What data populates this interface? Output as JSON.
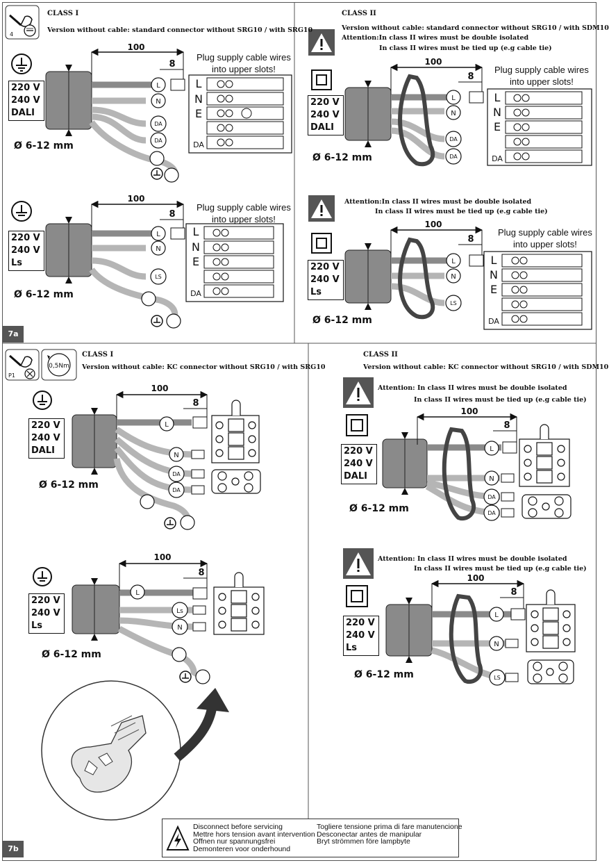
{
  "labels": {
    "section_7a": "7a",
    "section_7b": "7b",
    "tool_number": "4",
    "tool_p1": "P1",
    "torque": "0,5Nm",
    "class1": "CLASS I",
    "class2": "CLASS II",
    "v_std_c1": "Version without cable: standard connector without SRG10 / with SRG10",
    "v_std_c2": "Version without cable: standard connector without SRG10 / with SDM10",
    "v_kc_c1": "Version without cable: KC connector without SRG10 / with SRG10",
    "v_kc_c2": "Version without cable: KC connector without SRG10 / with SDM10",
    "att_double": "Attention: In class II wires must be double isolated",
    "att_double_7a": "Attention:In class II wires must be double isolated",
    "att_tied": "In class II wires must be tied up (e.g cable tie)",
    "att_tied_a": "In class II wires must be tied up (e.g cable tie)",
    "plug1": "Plug supply cable wires",
    "plug2": "into upper slots!",
    "v220": "220 V",
    "v240": "240 V",
    "dali": "DALI",
    "ls": "Ls",
    "diameter": "Ø 6-12 mm",
    "dim100": "100",
    "dim8": "8",
    "wire_L": "L",
    "wire_N": "N",
    "wire_DA": "DA",
    "wire_LS": "LS",
    "wire_Ls": "Ls",
    "term_L": "L",
    "term_N": "N",
    "term_E": "E",
    "term_DA": "DA",
    "term_LS": "LS"
  },
  "warning": {
    "col1": [
      "Disconnect before servicing",
      "Mettre hors tension avant intervention",
      "Offnen nur spannungsfrei",
      "Demonteren voor onderhound"
    ],
    "col2": [
      "Togliere tensione prima di fare manutencione",
      "Desconectar antes de manipular",
      "Bryt strömmen före lampbyte"
    ]
  },
  "colors": {
    "cable": "#8a8a8a",
    "wire": "#b5b5b5",
    "line": "#111111",
    "tag_bg": "#555555"
  }
}
